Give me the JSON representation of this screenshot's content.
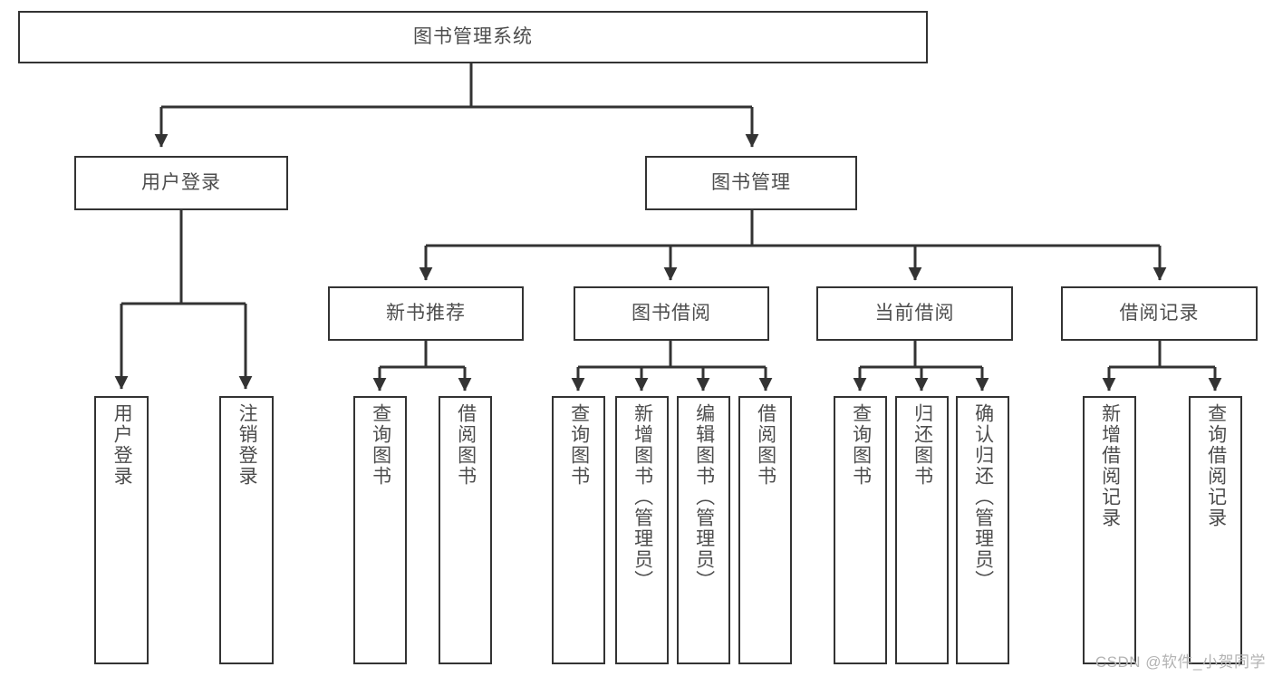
{
  "diagram": {
    "title": "图书管理系统",
    "type": "tree",
    "root": {
      "label": "图书管理系统"
    },
    "level2": [
      {
        "label": "用户登录"
      },
      {
        "label": "图书管理"
      }
    ],
    "level3": [
      {
        "label": "新书推荐"
      },
      {
        "label": "图书借阅"
      },
      {
        "label": "当前借阅"
      },
      {
        "label": "借阅记录"
      }
    ],
    "leaves": {
      "user_login": [
        {
          "label": "用户登录"
        },
        {
          "label": "注销登录"
        }
      ],
      "new_book_recommend": [
        {
          "label": "查询图书"
        },
        {
          "label": "借阅图书"
        }
      ],
      "book_borrow": [
        {
          "label": "查询图书"
        },
        {
          "label": "新增图书（管理员）"
        },
        {
          "label": "编辑图书（管理员）"
        },
        {
          "label": "借阅图书"
        }
      ],
      "current_borrow": [
        {
          "label": "查询图书"
        },
        {
          "label": "归还图书"
        },
        {
          "label": "确认归还（管理员）"
        }
      ],
      "borrow_records": [
        {
          "label": "新增借阅记录"
        },
        {
          "label": "查询借阅记录"
        }
      ]
    }
  },
  "watermark": {
    "text": "CSDN @软件_小贺同学"
  },
  "colors": {
    "stroke": "#333333",
    "text": "#4d4d4d",
    "background": "#ffffff",
    "watermark": "#b3b3b3"
  }
}
